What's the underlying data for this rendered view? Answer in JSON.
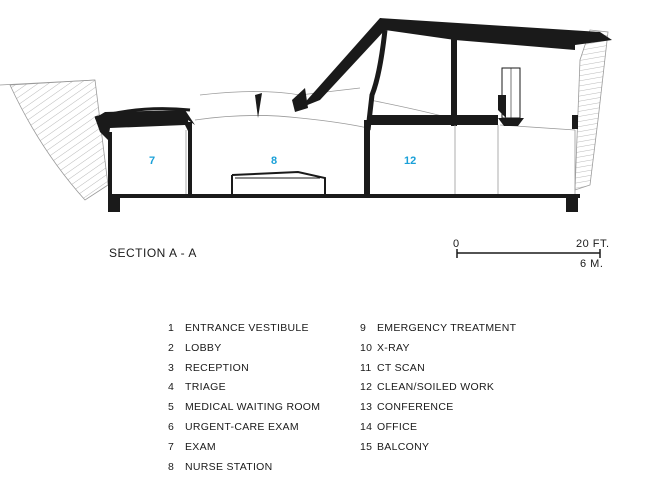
{
  "diagram": {
    "section_title": "SECTION A - A",
    "scale": {
      "zero": "0",
      "feet": "20 FT.",
      "meters": "6 M."
    },
    "room_labels": [
      "7",
      "8",
      "12"
    ],
    "legend_left": [
      {
        "num": "1",
        "label": "ENTRANCE VESTIBULE"
      },
      {
        "num": "2",
        "label": "LOBBY"
      },
      {
        "num": "3",
        "label": "RECEPTION"
      },
      {
        "num": "4",
        "label": "TRIAGE"
      },
      {
        "num": "5",
        "label": "MEDICAL WAITING ROOM"
      },
      {
        "num": "6",
        "label": "URGENT-CARE EXAM"
      },
      {
        "num": "7",
        "label": "EXAM"
      },
      {
        "num": "8",
        "label": "NURSE STATION"
      }
    ],
    "legend_right": [
      {
        "num": "9",
        "label": "EMERGENCY TREATMENT"
      },
      {
        "num": "10",
        "label": "X-RAY"
      },
      {
        "num": "11",
        "label": "CT SCAN"
      },
      {
        "num": "12",
        "label": "CLEAN/SOILED WORK"
      },
      {
        "num": "13",
        "label": "CONFERENCE"
      },
      {
        "num": "14",
        "label": "OFFICE"
      },
      {
        "num": "15",
        "label": "BALCONY"
      }
    ],
    "colors": {
      "ink": "#1a1a1a",
      "room_label": "#1aa0d8",
      "hatch": "#9a9a9a"
    }
  }
}
